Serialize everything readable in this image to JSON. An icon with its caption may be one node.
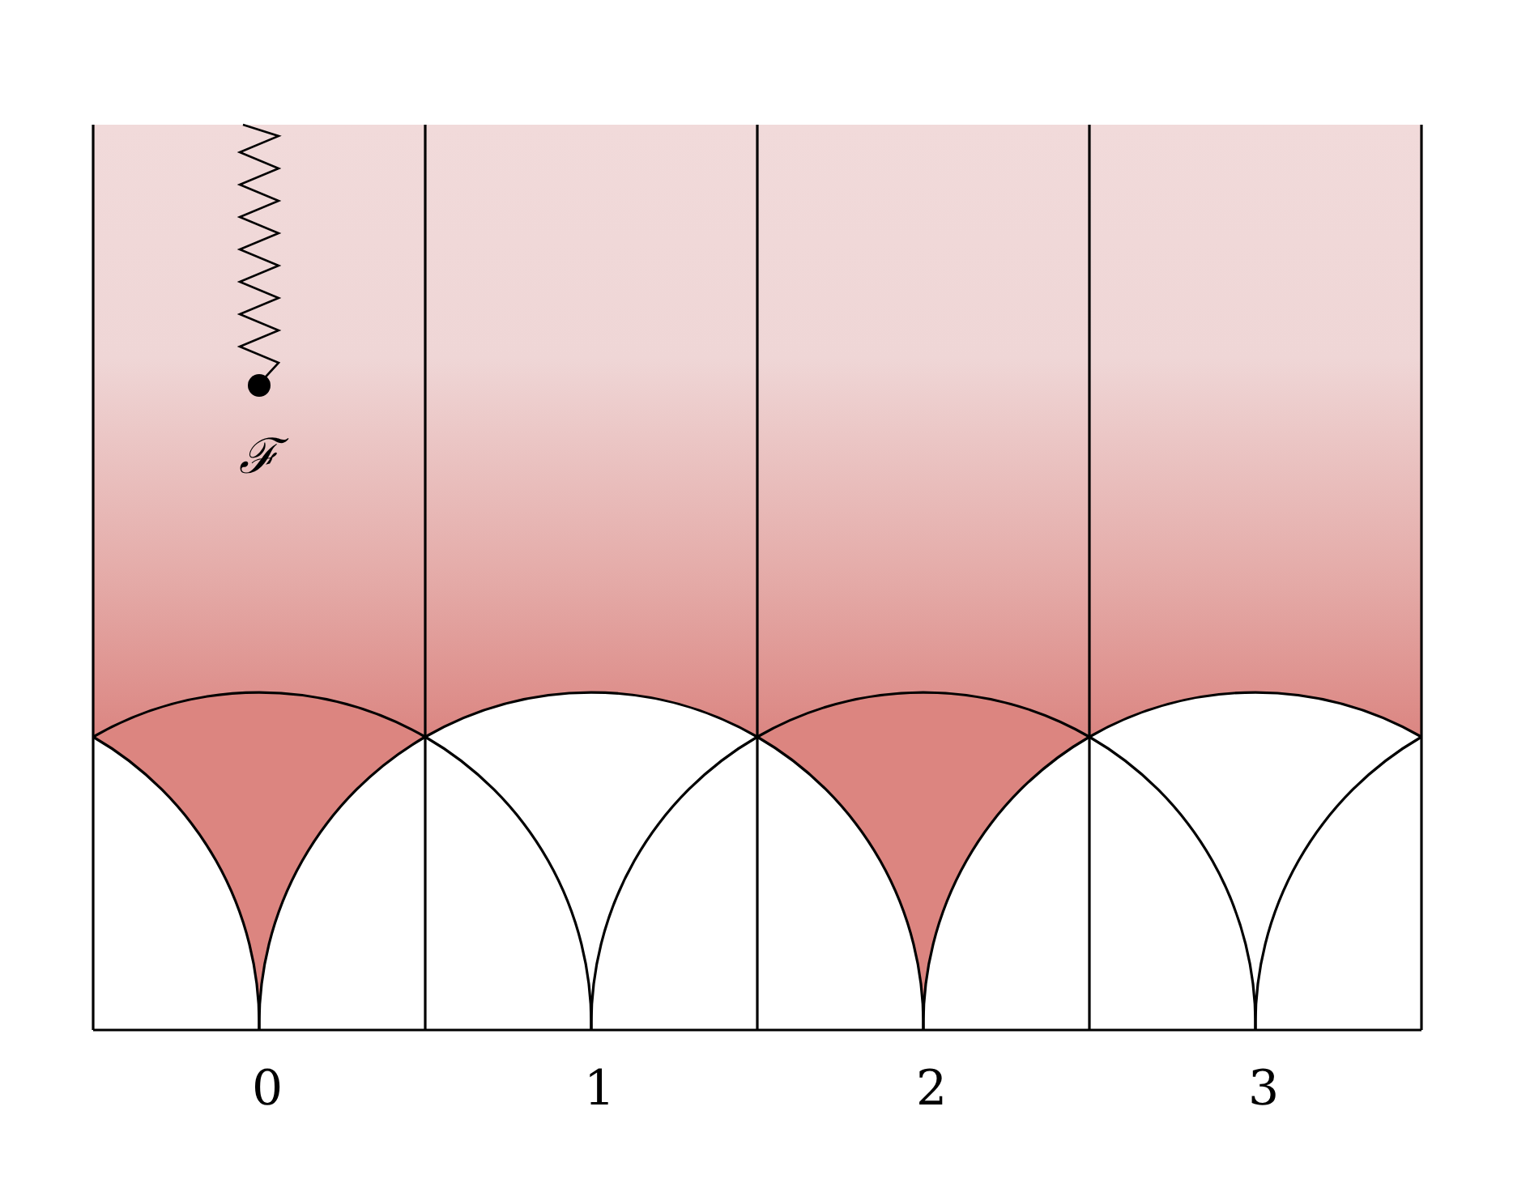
{
  "diagram": {
    "labels": [
      "ℱ",
      "0",
      "1",
      "2",
      "3"
    ]
  }
}
